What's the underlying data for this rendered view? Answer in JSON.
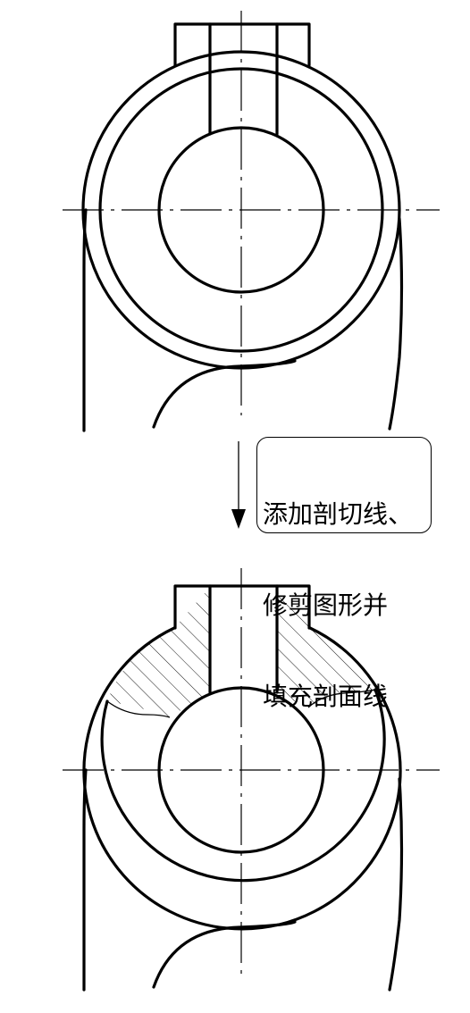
{
  "step_note": {
    "line1": "添加剖切线、",
    "line2": "修剪图形并",
    "line3": "填充剖面线"
  },
  "colors": {
    "line": "#000000",
    "background": "#ffffff"
  },
  "icons": {
    "step_arrow": "arrow-down-icon"
  }
}
